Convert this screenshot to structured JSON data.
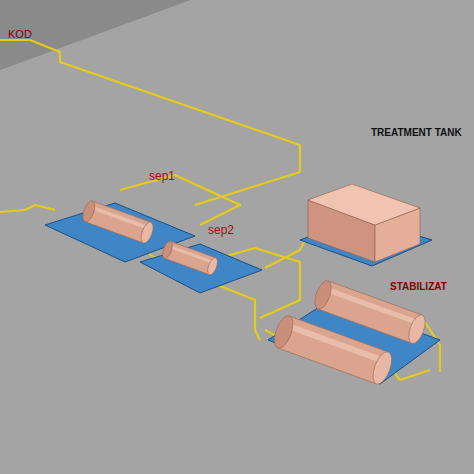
{
  "diagram": {
    "labels": [
      "KOD",
      "sep1",
      "sep2",
      "TREATMENT TANK",
      "STABILIZAT"
    ]
  }
}
